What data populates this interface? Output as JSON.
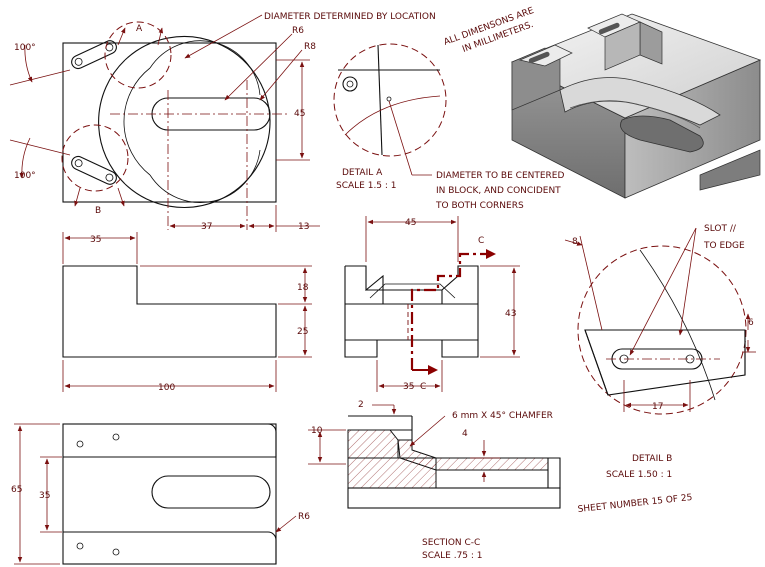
{
  "notes": {
    "diameter_by_location": "DIAMETER DETERMINED BY LOCATION",
    "all_dimensions_line1": "ALL DIMENSONS ARE",
    "all_dimensions_line2": "IN MILLIMETERS.",
    "diameter_centered_1": "DIAMETER TO BE CENTERED",
    "diameter_centered_2": "IN BLOCK, AND CONCIDENT",
    "diameter_centered_3": "TO BOTH CORNERS",
    "slot_1": "SLOT //",
    "slot_2": "TO EDGE",
    "chamfer": "6 mm X 45° CHAMFER",
    "sheet_number": "SHEET NUMBER  15  OF  25"
  },
  "labels": {
    "detail_a_title": "DETAIL  A",
    "detail_a_scale": "SCALE 1.5 : 1",
    "detail_b_title": "DETAIL  B",
    "detail_b_scale": "SCALE 1.50 : 1",
    "section_title": "SECTION C-C",
    "section_scale": "SCALE .75 : 1",
    "marker_a": "A",
    "marker_b": "B",
    "marker_c_top": "C",
    "marker_c_bottom": "C"
  },
  "dimensions": {
    "angle_top": "100°",
    "angle_bottom": "100°",
    "r6_1": "R6",
    "r8": "R8",
    "r6_front": "R6",
    "d45_vertical": "45",
    "d37": "37",
    "d13_top": "13",
    "d35_side": "35",
    "d18": "18",
    "d25": "25",
    "d100": "100",
    "d45_front": "45",
    "d43": "43",
    "d35_front": "35",
    "d65": "65",
    "d35_bottom": "35",
    "d2": "2",
    "d10": "10",
    "d4": "4",
    "d8": "8",
    "d6": "6",
    "d17": "17"
  }
}
